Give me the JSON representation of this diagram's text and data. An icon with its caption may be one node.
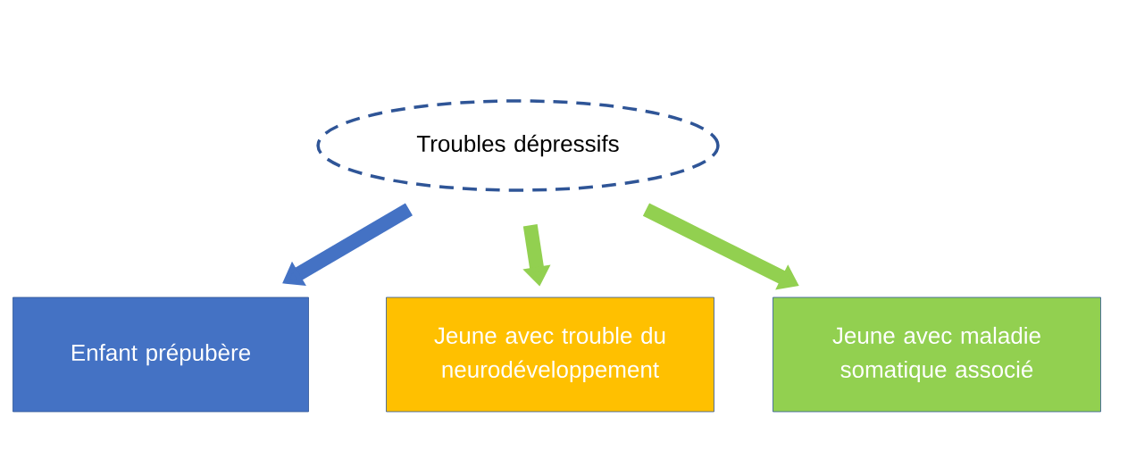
{
  "diagram": {
    "nodes": [
      {
        "text": [
          "Troubles dépressifs"
        ]
      },
      {
        "text": [
          "Enfant prépubère"
        ]
      },
      {
        "text": [
          "Jeune avec trouble du neurodéveloppement"
        ]
      },
      {
        "text": [
          "Jeune avec maladie somatique associé"
        ]
      }
    ],
    "edges": [
      {
        "from": 0,
        "to": 1,
        "arrow": "to",
        "color": "#4472c4"
      },
      {
        "from": 0,
        "to": 2,
        "arrow": "to"
      },
      {
        "from": 0,
        "to": 3,
        "arrow": "to"
      }
    ]
  }
}
